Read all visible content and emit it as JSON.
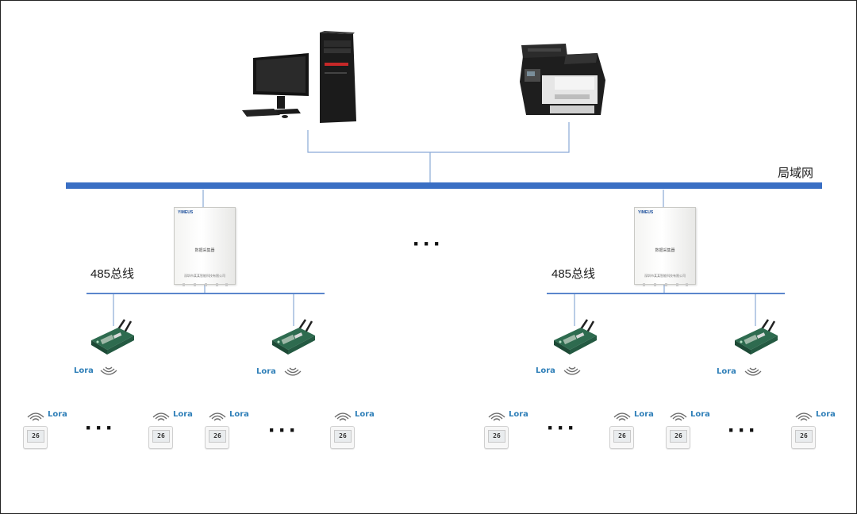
{
  "lan_label": "局域网",
  "bus_label": "485总线",
  "lora_label": "Lora",
  "ellipsis": "···",
  "collector": {
    "logo": "YIMEUS",
    "name": "数据采集器",
    "maker": "深圳市某某智能科技有限公司"
  },
  "thermostat_reading": "26",
  "colors": {
    "lan_bus": "#3a6fc4",
    "wire": "#8aa9d6",
    "rs485_bus": "#5b86cc",
    "lora_text": "#2f7fb8"
  },
  "icons": {
    "workstation": "desktop-computer-icon",
    "printer": "printer-icon",
    "gateway": "lora-gateway-icon",
    "signal": "wifi-signal-icon",
    "thermostat": "thermostat-icon"
  }
}
